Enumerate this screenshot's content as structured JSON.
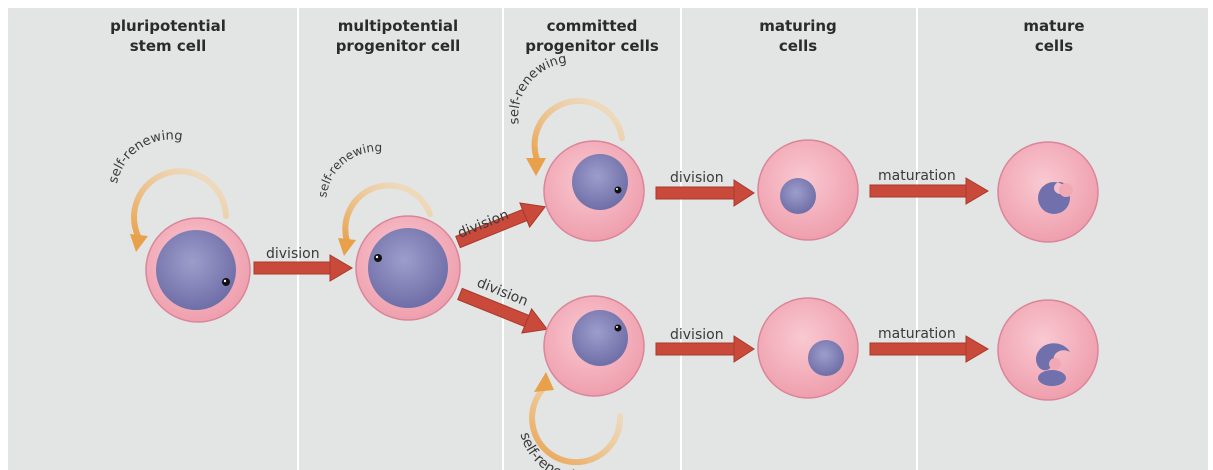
{
  "stages": [
    {
      "line1": "pluripotential",
      "line2": "stem cell"
    },
    {
      "line1": "multipotential",
      "line2": "progenitor cell"
    },
    {
      "line1": "committed",
      "line2": "progenitor cells"
    },
    {
      "line1": "maturing",
      "line2": "cells"
    },
    {
      "line1": "mature",
      "line2": "cells"
    }
  ],
  "labels": {
    "self_renewing": "self-renewing",
    "division": "division",
    "maturation": "maturation"
  },
  "colors": {
    "background": "#e3e4e4",
    "cell_fill": "#f2a9b6",
    "cell_stroke": "#d9869a",
    "nucleus": "#7f7fb8",
    "arrow": "#c94a3a",
    "self_renewing_arrow": "#eeab52"
  }
}
